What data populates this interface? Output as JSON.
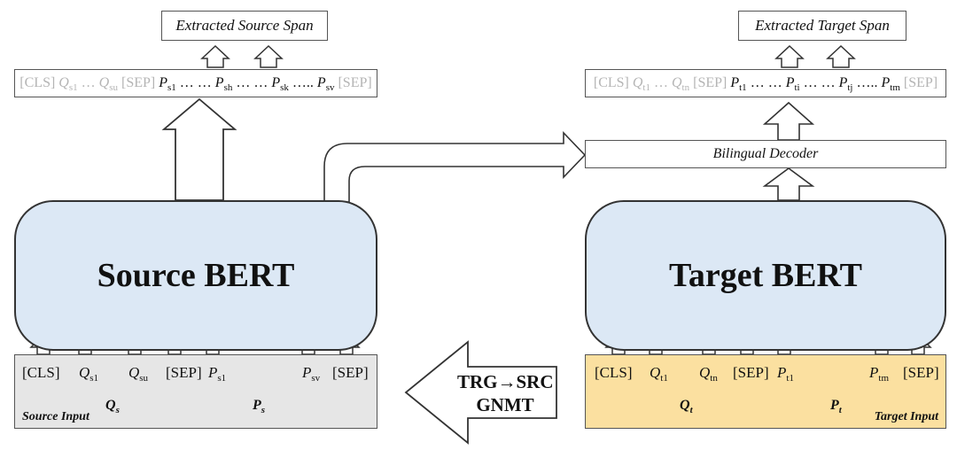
{
  "source": {
    "extracted_span_label": "Extracted Source Span",
    "bert_label": "Source BERT",
    "input_label": "Source Input",
    "q_label": "Q",
    "q_sub": "s",
    "p_label": "P",
    "p_sub": "s",
    "input_tokens": {
      "cls": "[CLS]",
      "q_first": "Q",
      "q_first_sub": "s1",
      "q_last": "Q",
      "q_last_sub": "su",
      "sep1": "[SEP]",
      "p_first": "P",
      "p_first_sub": "s1",
      "p_last": "P",
      "p_last_sub": "sv",
      "sep2": "[SEP]"
    },
    "output_tokens": {
      "cls": "[CLS]",
      "q1": "Q",
      "q1_sub": "s1",
      "dots1": "…",
      "qu": "Q",
      "qu_sub": "su",
      "sep": "[SEP]",
      "p1": "P",
      "p1_sub": "s1",
      "dots2": "… …",
      "ph": "P",
      "ph_sub": "sh",
      "dots3": "… …",
      "pk": "P",
      "pk_sub": "sk",
      "dots4": "…..",
      "pv": "P",
      "pv_sub": "sv",
      "sep_end": "[SEP]"
    }
  },
  "target": {
    "extracted_span_label": "Extracted Target Span",
    "bert_label": "Target BERT",
    "input_label": "Target Input",
    "decoder_label": "Bilingual Decoder",
    "q_label": "Q",
    "q_sub": "t",
    "p_label": "P",
    "p_sub": "t",
    "input_tokens": {
      "cls": "[CLS]",
      "q_first": "Q",
      "q_first_sub": "t1",
      "q_last": "Q",
      "q_last_sub": "tn",
      "sep1": "[SEP]",
      "p_first": "P",
      "p_first_sub": "t1",
      "p_last": "P",
      "p_last_sub": "tm",
      "sep2": "[SEP]"
    },
    "output_tokens": {
      "cls": "[CLS]",
      "q1": "Q",
      "q1_sub": "t1",
      "dots1": "…",
      "qn": "Q",
      "qn_sub": "tn",
      "sep": "[SEP]",
      "p1": "P",
      "p1_sub": "t1",
      "dots2": "… …",
      "pi": "P",
      "pi_sub": "ti",
      "dots3": "… …",
      "pj": "P",
      "pj_sub": "tj",
      "dots4": "…..",
      "pm": "P",
      "pm_sub": "tm",
      "sep_end": "[SEP]"
    }
  },
  "translation": {
    "line1": "TRG→SRC",
    "line2": "GNMT"
  },
  "colors": {
    "bert_fill": "#dce8f5",
    "source_input_fill": "#e6e6e6",
    "target_input_fill": "#fbe0a0",
    "token_gray": "#b4b4b4"
  }
}
